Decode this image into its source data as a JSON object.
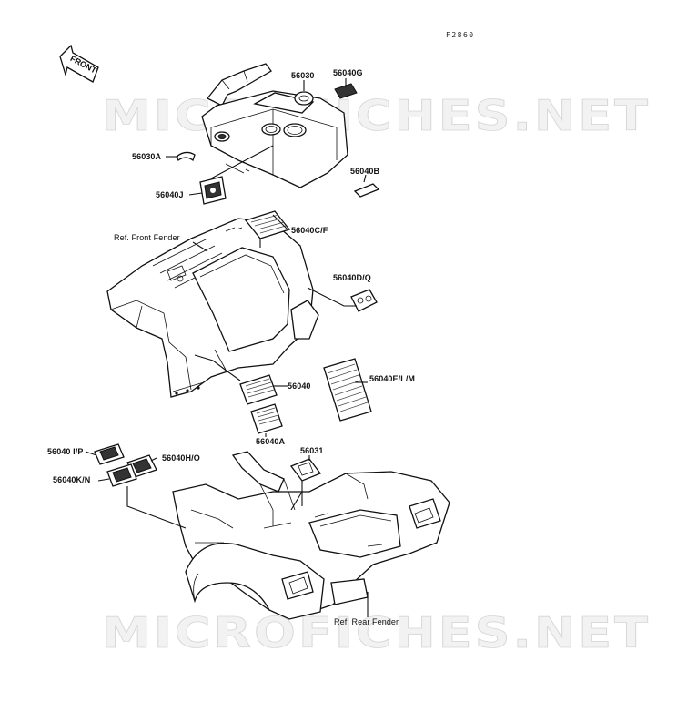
{
  "figure_code": "F2860",
  "watermark": "MICROFICHES.NET",
  "front_badge": "FRONT",
  "labels": {
    "l56030": "56030",
    "l56040G": "56040G",
    "l56030A": "56030A",
    "l56040B": "56040B",
    "l56040J": "56040J",
    "l56040CF": "56040C/F",
    "refFront": "Ref. Front Fender",
    "l56040DQ": "56040D/Q",
    "l56040": "56040",
    "l56040ELM": "56040E/L/M",
    "l56040A": "56040A",
    "l56031": "56031",
    "l56040IP": "56040 I/P",
    "l56040HO": "56040H/O",
    "l56040KN": "56040K/N",
    "refRear": "Ref. Rear Fender"
  }
}
